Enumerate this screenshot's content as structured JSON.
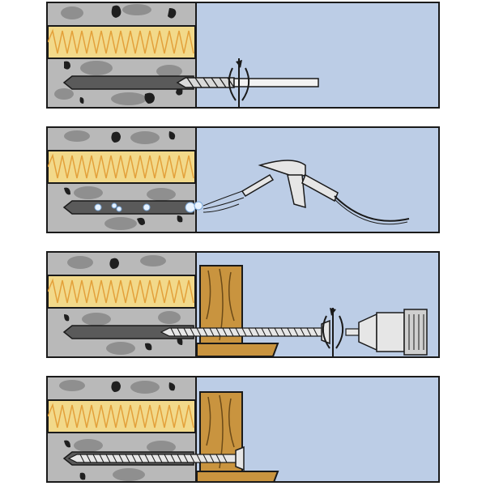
{
  "colors": {
    "concrete": "#b9b9b9",
    "concrete_spots": "#8f8f8f",
    "aggregate": "#1f1f1f",
    "insulation": "#f2d98a",
    "insulation_fiber": "#e3a03a",
    "sky": "#bccde6",
    "hole": "#5a5a5a",
    "wood": "#c9943f",
    "wood_grain": "#6b4a18",
    "metal": "#e6e6e6",
    "dust": "#e8f3ff",
    "outline": "#1a1a1a"
  },
  "steps": [
    {
      "name": "step-drill-hole",
      "icons": [
        "concrete-wall-icon",
        "insulation-layer-icon",
        "drill-bit-icon",
        "rotation-arrow-icon"
      ]
    },
    {
      "name": "step-blow-out-hole",
      "icons": [
        "concrete-wall-icon",
        "insulation-layer-icon",
        "dust-particles-icon",
        "air-blow-gun-icon"
      ]
    },
    {
      "name": "step-drive-screw",
      "icons": [
        "concrete-wall-icon",
        "insulation-layer-icon",
        "wood-batten-icon",
        "screw-icon",
        "rotation-arrow-icon",
        "drill-chuck-icon"
      ]
    },
    {
      "name": "step-installed",
      "icons": [
        "concrete-wall-icon",
        "insulation-layer-icon",
        "wood-batten-icon",
        "screw-icon"
      ]
    }
  ]
}
